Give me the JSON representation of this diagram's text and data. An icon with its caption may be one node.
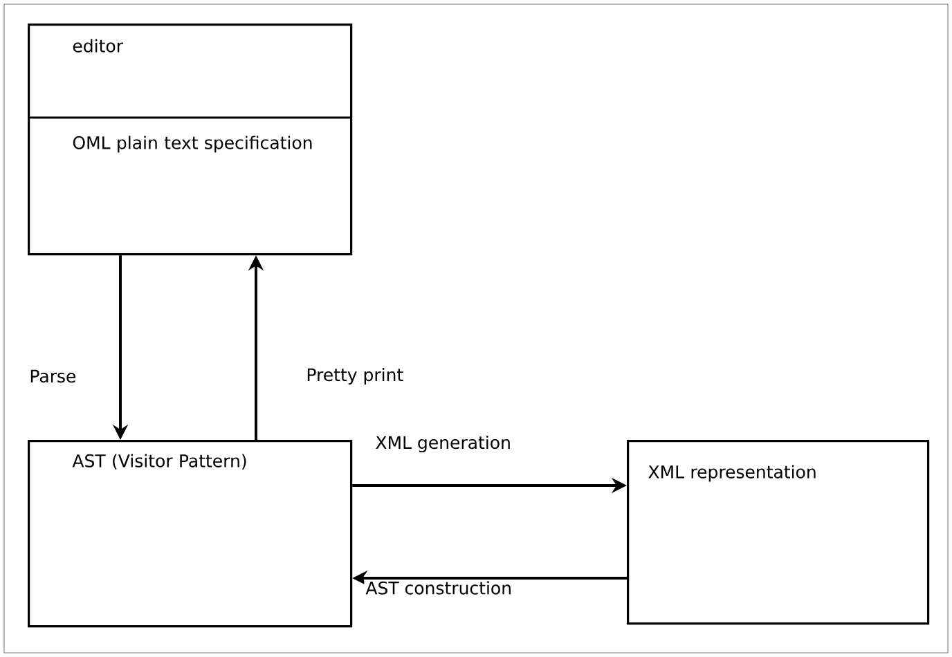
{
  "diagram": {
    "nodes": [
      {
        "text": [
          "editor",
          "OML plain text specification"
        ]
      },
      {
        "text": [
          "AST (Visitor Pattern)"
        ]
      },
      {
        "text": [
          "XML representation"
        ]
      }
    ],
    "edges": [
      {
        "from": 0,
        "to": 1,
        "arrow": "to",
        "label": "Parse"
      },
      {
        "from": 1,
        "to": 0,
        "arrow": "to",
        "label": "Pretty print"
      },
      {
        "from": 1,
        "to": 2,
        "arrow": "to",
        "label": "XML generation"
      },
      {
        "from": 2,
        "to": 1,
        "arrow": "to",
        "label": "AST construction"
      }
    ]
  }
}
